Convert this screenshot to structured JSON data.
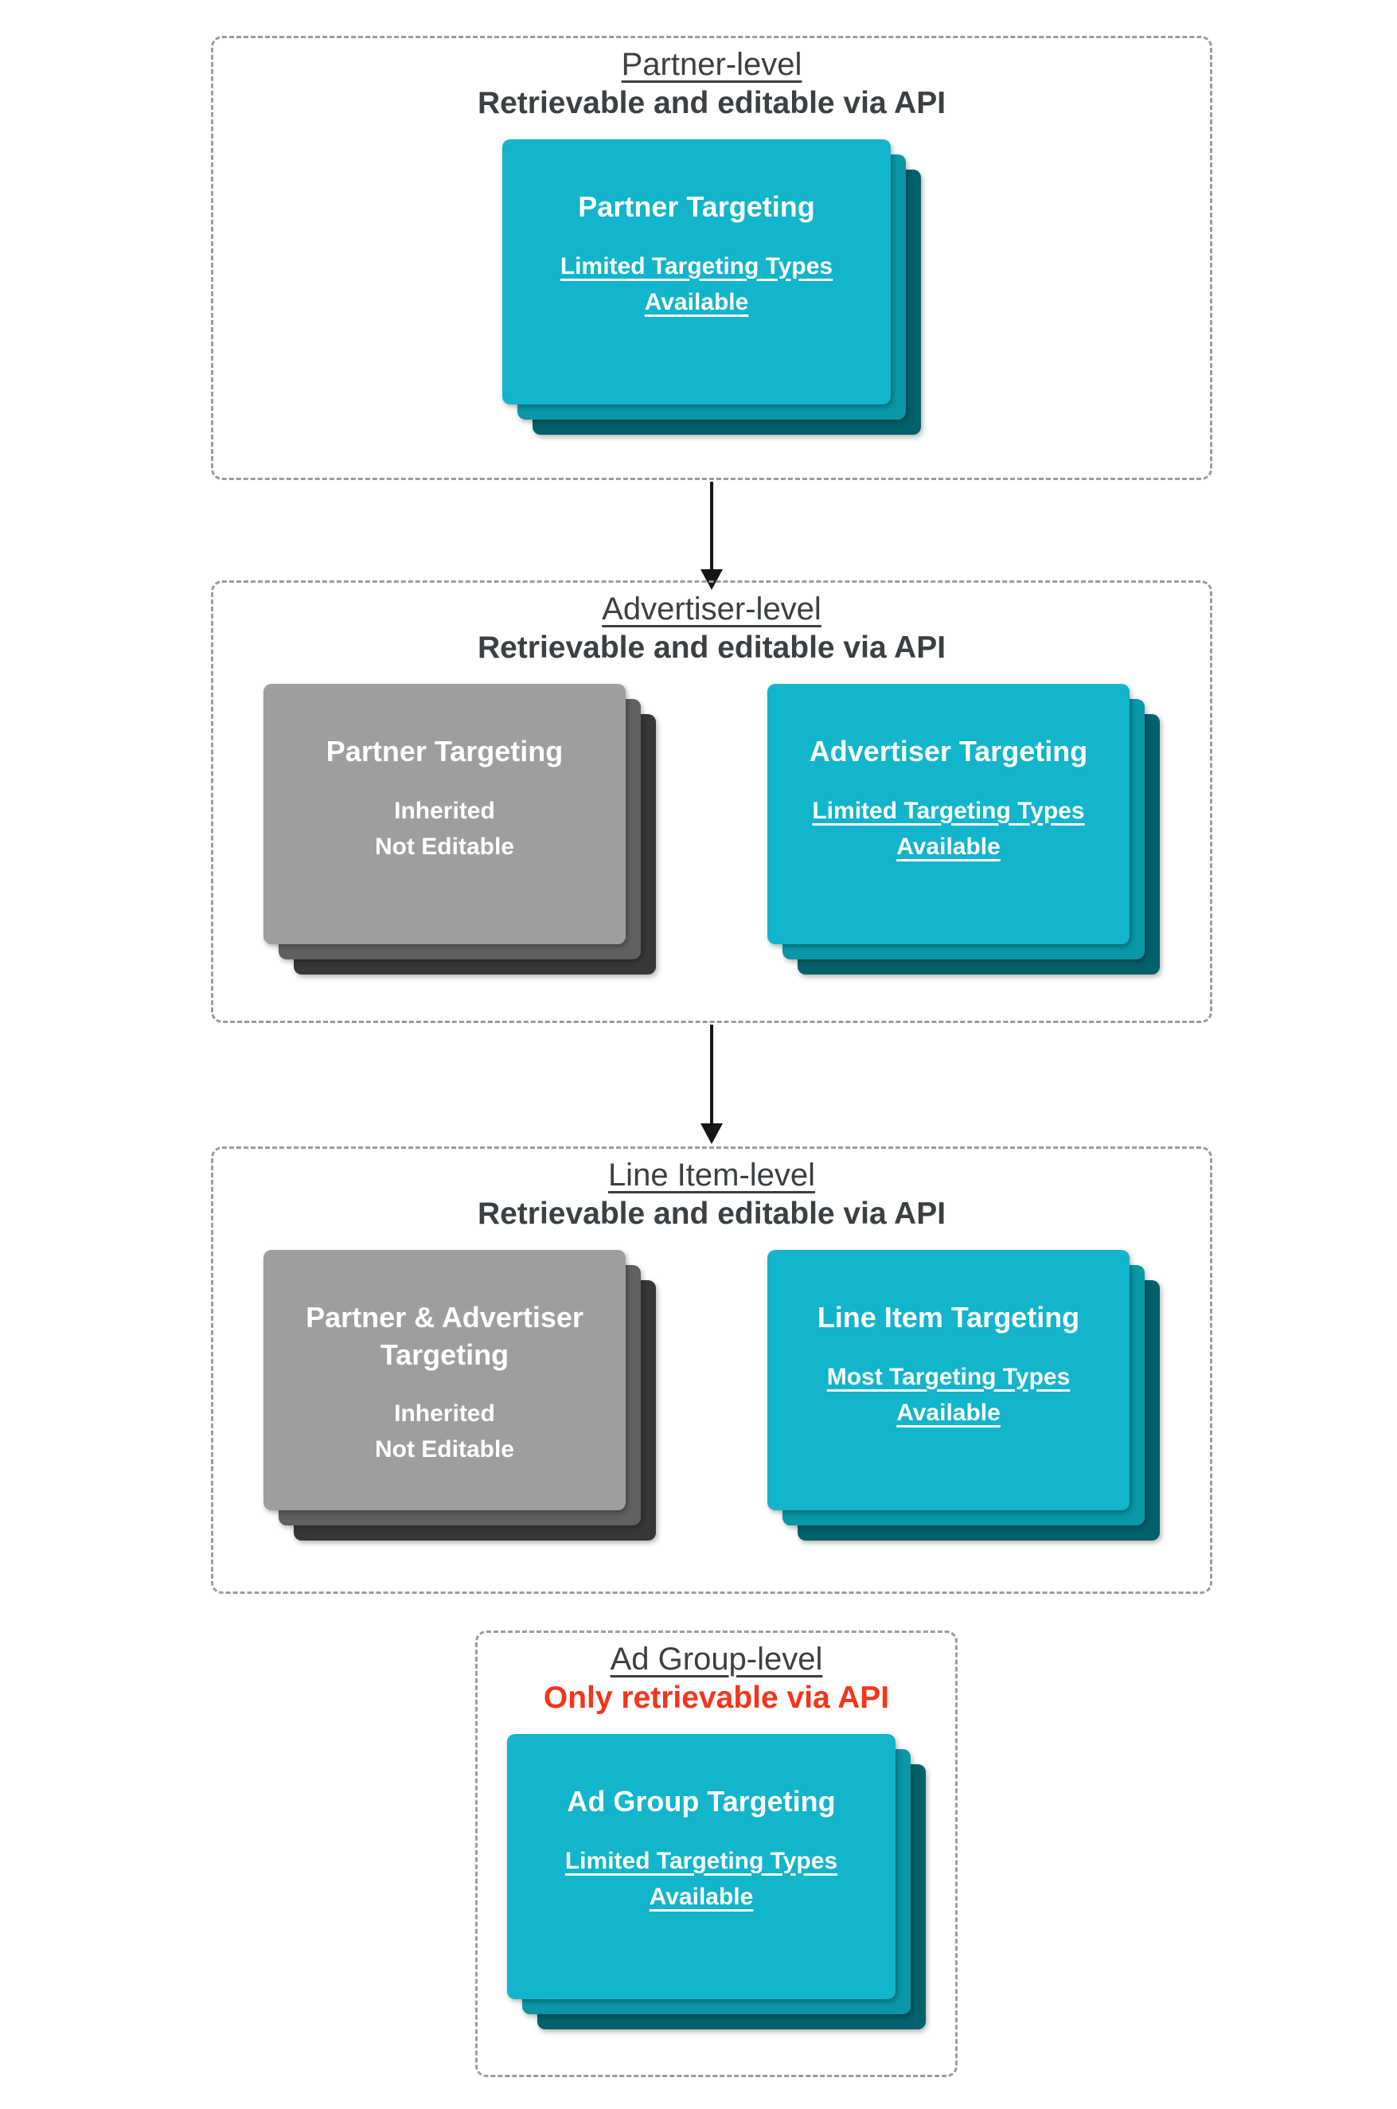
{
  "colors": {
    "background": "#ffffff",
    "heading": "#3c4043",
    "red": "#f5341b",
    "dash_border": "#9c9c9c",
    "arrow": "#161616",
    "card_text": "#ffffff",
    "teal": "#12b5cb",
    "teal_mid": "#0a97a8",
    "teal_dark": "#02616b",
    "gray": "#9e9e9e",
    "gray_mid": "#606060",
    "gray_dark": "#373737"
  },
  "sections": [
    {
      "title": "Partner-level",
      "subtitle": "Retrievable and editable via API",
      "cards": [
        {
          "variant": "teal",
          "title": "Partner Targeting",
          "lines": [
            "Limited Targeting Types Available"
          ],
          "underlined": true
        }
      ]
    },
    {
      "title": "Advertiser-level",
      "subtitle": "Retrievable and editable via API",
      "cards": [
        {
          "variant": "gray",
          "title": "Partner Targeting",
          "lines": [
            "Inherited",
            "Not Editable"
          ],
          "underlined": false
        },
        {
          "variant": "teal",
          "title": "Advertiser Targeting",
          "lines": [
            "Limited Targeting Types Available"
          ],
          "underlined": true
        }
      ]
    },
    {
      "title": "Line Item-level",
      "subtitle": "Retrievable and editable via API",
      "cards": [
        {
          "variant": "gray",
          "title": "Partner & Advertiser Targeting",
          "lines": [
            "Inherited",
            "Not Editable"
          ],
          "underlined": false
        },
        {
          "variant": "teal",
          "title": "Line Item Targeting",
          "lines": [
            "Most Targeting Types Available"
          ],
          "underlined": true
        }
      ]
    },
    {
      "title": "Ad Group-level",
      "subtitle": "Only retrievable via API",
      "subtitle_emphasis": "red",
      "cards": [
        {
          "variant": "teal",
          "title": "Ad Group Targeting",
          "lines": [
            "Limited Targeting Types Available"
          ],
          "underlined": true
        }
      ]
    }
  ]
}
